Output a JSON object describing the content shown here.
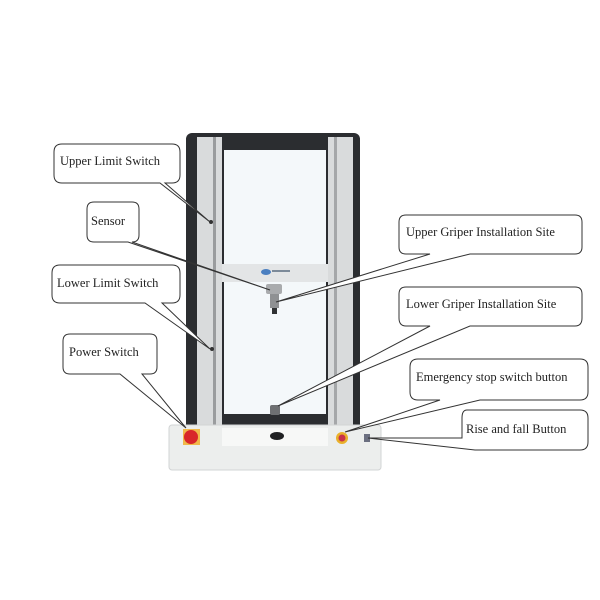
{
  "diagram": {
    "subject": "Universal testing machine (double column)",
    "labels": {
      "upper_limit_switch": "Upper Limit Switch",
      "sensor": "Sensor",
      "lower_limit_switch": "Lower Limit Switch",
      "power_switch": "Power Switch",
      "upper_griper": "Upper Griper Installation Site",
      "lower_griper": "Lower Griper Installation Site",
      "emergency_stop": "Emergency stop switch button",
      "rise_fall": "Rise and fall Button"
    },
    "colors": {
      "frame_dark": "#2b2d30",
      "column_light": "#d8dadb",
      "base": "#eceeed",
      "window": "#f4f8fa",
      "power_switch": "#d8262a",
      "estop": "#e9b02a",
      "callout_stroke": "#333333"
    }
  }
}
